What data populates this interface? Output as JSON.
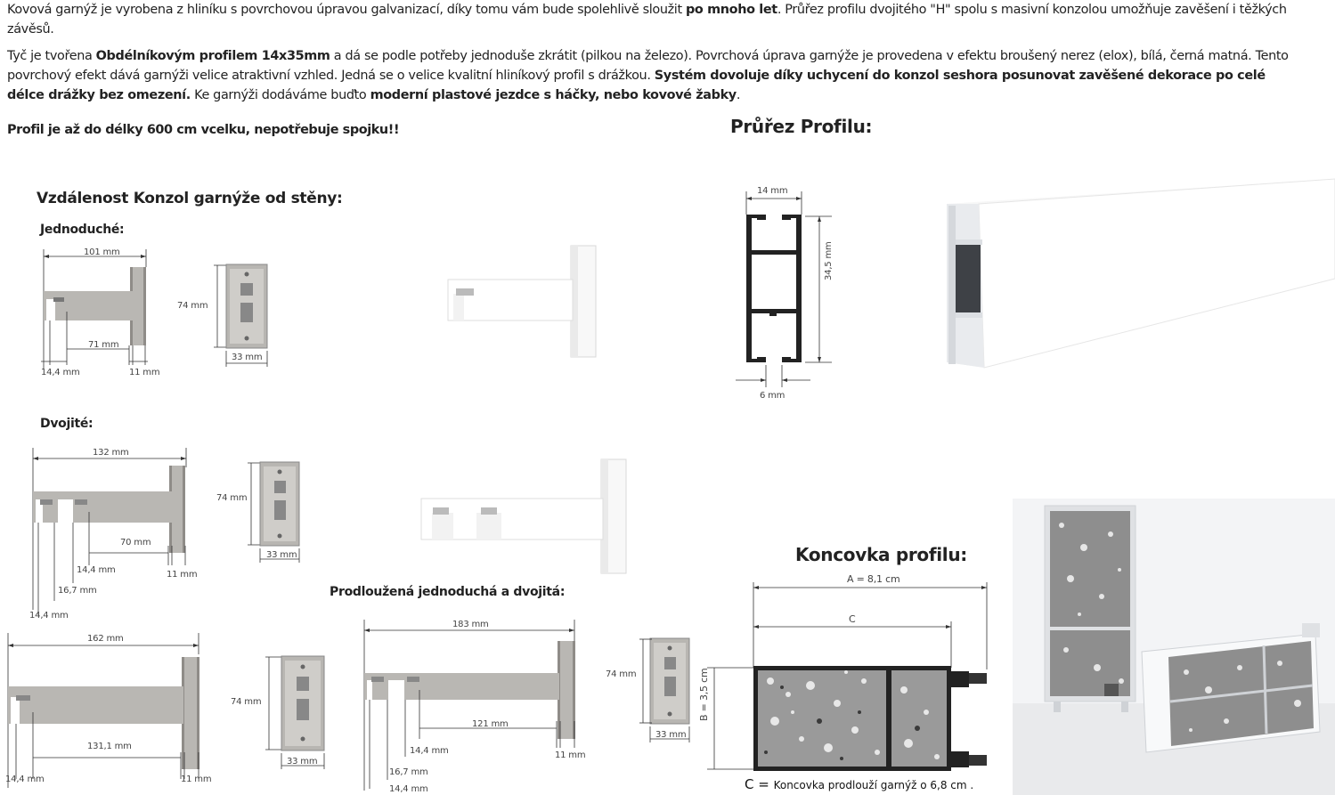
{
  "intro": {
    "p1_a": "Kovová garnýž je vyrobena z hliníku s povrchovou úpravou galvanizací, díky tomu vám bude spolehlivě sloužit ",
    "p1_b": "po mnoho let",
    "p1_c": ". Průřez profilu dvojitého \"H\" spolu s masivní konzolou umožňuje zavěšení i těžkých závěsů.",
    "p2_a": " Tyč je tvořena ",
    "p2_b": "Obdélníkovým profilem 14x35mm",
    "p2_c": " a dá se podle potřeby jednoduše zkrátit (pilkou na železo). Povrchová úprava garnýže je provedena v efektu broušený nerez (elox), bílá, černá matná. Tento povrchový efekt dává garnýži velice atraktivní vzhled. Jedná se o velice kvalitní hliníkový profil s drážkou. ",
    "p2_d": "Systém dovoluje díky uchycení do konzol seshora posunovat zavěšené dekorace po celé délce drážky bez omezení.",
    "p2_e": " Ke garnýži dodáváme buďto ",
    "p2_f": "moderní plastové jezdce s háčky, nebo kovové žabky",
    "p2_g": ".",
    "p3": "Profil je až do délky 600 cm vcelku, nepotřebuje spojku!!"
  },
  "headings": {
    "bracket_distance": "Vzdálenost Konzol garnýže od stěny:",
    "single": "Jednoduché:",
    "double": "Dvojité:",
    "extended": "Prodloužená jednoduchá a dvojitá:",
    "cross_section": "Průřez Profilu:",
    "end_cap": "Koncovka profilu:"
  },
  "dims": {
    "single_101": "101 mm",
    "single_71": "71 mm",
    "single_144": "14,4 mm",
    "single_11": "11 mm",
    "plate_74": "74 mm",
    "plate_33": "33 mm",
    "double_132": "132 mm",
    "double_70": "70 mm",
    "double_144": "14,4 mm",
    "double_167": "16,7 mm",
    "double_144b": "14,4 mm",
    "double_11": "11 mm",
    "ext_162": "162 mm",
    "ext_1311": "131,1 mm",
    "ext_144": "14,4 mm",
    "ext_11": "11 mm",
    "ext_183": "183 mm",
    "ext_121": "121 mm",
    "ext_144b": "14,4 mm",
    "ext_167": "16,7 mm",
    "ext_144c": "14,4 mm",
    "ext_11b": "11 mm",
    "profile_14": "14 mm",
    "profile_345": "34,5 mm",
    "profile_6": "6 mm",
    "cap_a": "A = 8,1 cm",
    "cap_c": "C",
    "cap_b": "B = 3,5 cm",
    "cap_note_c": "C = ",
    "cap_note": "Koncovka prodlouží garnýž o 6,8 cm ."
  }
}
